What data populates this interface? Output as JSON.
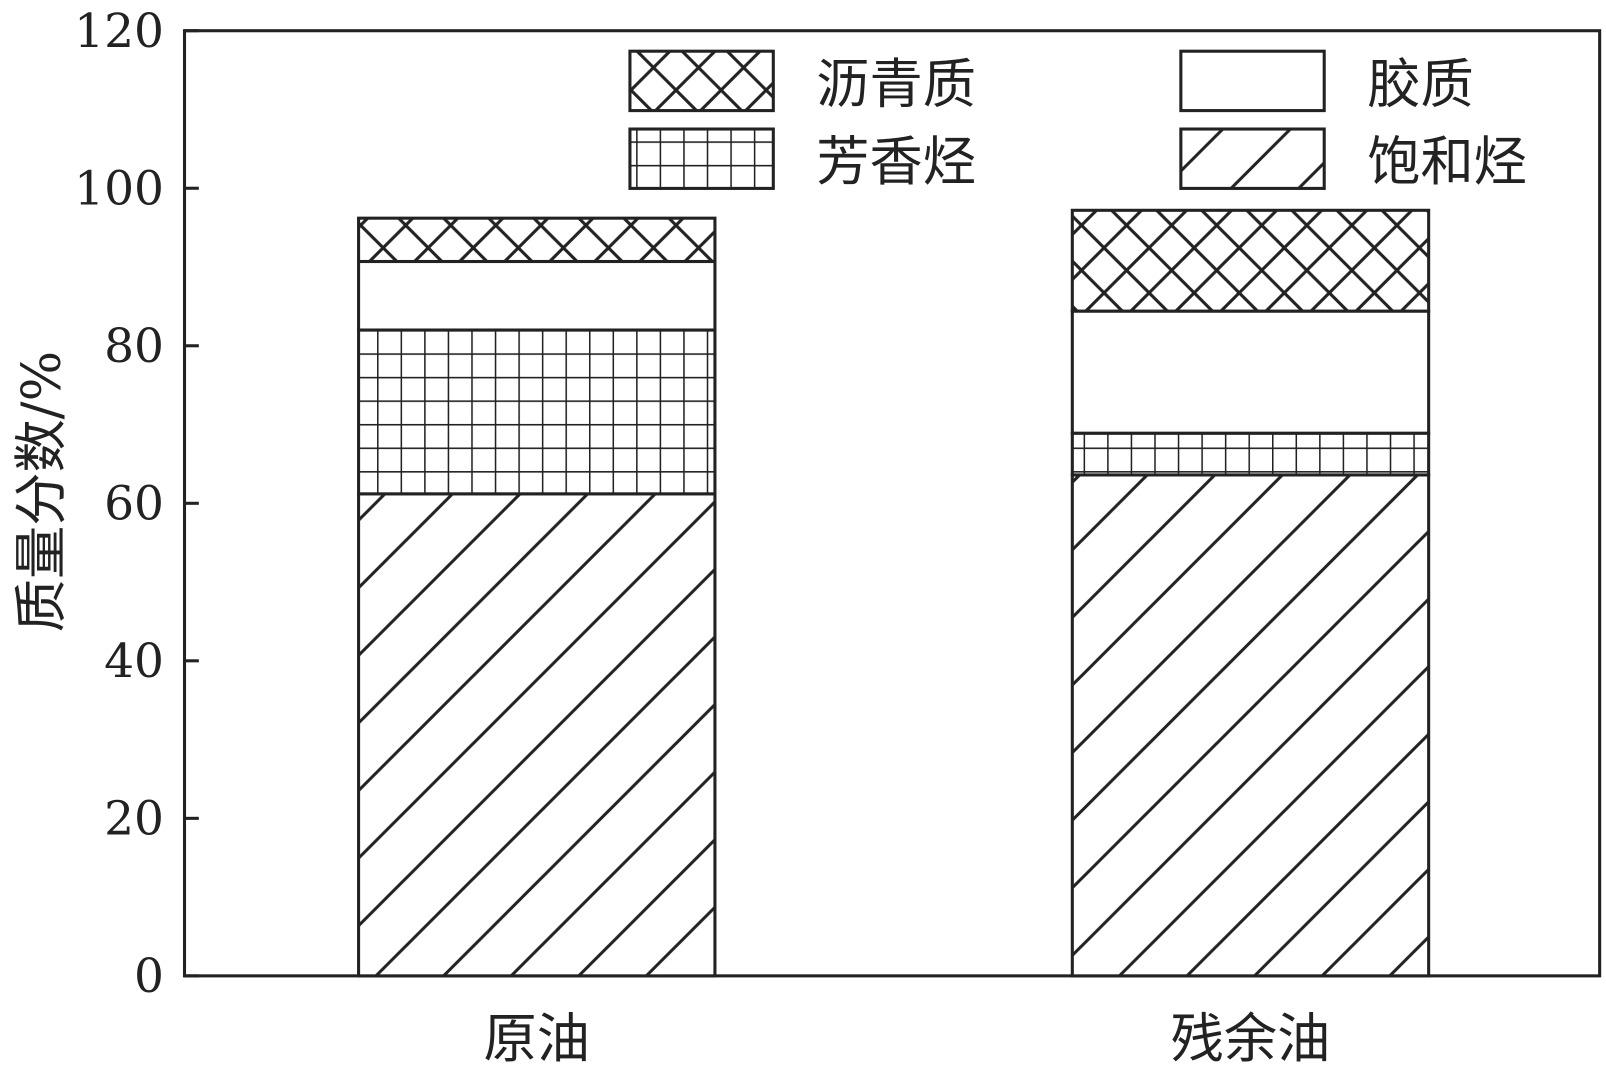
{
  "chart_data": {
    "type": "bar",
    "stacked": true,
    "title": "",
    "xlabel": "",
    "ylabel": "质量分数/%",
    "ylim": [
      0,
      120
    ],
    "yticks": [
      "0",
      "20",
      "40",
      "60",
      "80",
      "100",
      "120"
    ],
    "categories": [
      "原油",
      "残余油"
    ],
    "series": [
      {
        "name": "饱和烃",
        "pattern": "diagonal",
        "values": [
          61.2,
          63.6
        ]
      },
      {
        "name": "芳香烃",
        "pattern": "grid",
        "values": [
          20.8,
          5.3
        ]
      },
      {
        "name": "胶质",
        "pattern": "blank",
        "values": [
          8.7,
          15.5
        ]
      },
      {
        "name": "沥青质",
        "pattern": "crosshatch",
        "values": [
          5.5,
          12.8
        ]
      }
    ],
    "legend": {
      "placement": "top-right",
      "order": [
        "沥青质",
        "胶质",
        "芳香烃",
        "饱和烃"
      ]
    },
    "grid": false,
    "colors": {
      "stroke": "#222222",
      "fill": "#ffffff"
    }
  }
}
